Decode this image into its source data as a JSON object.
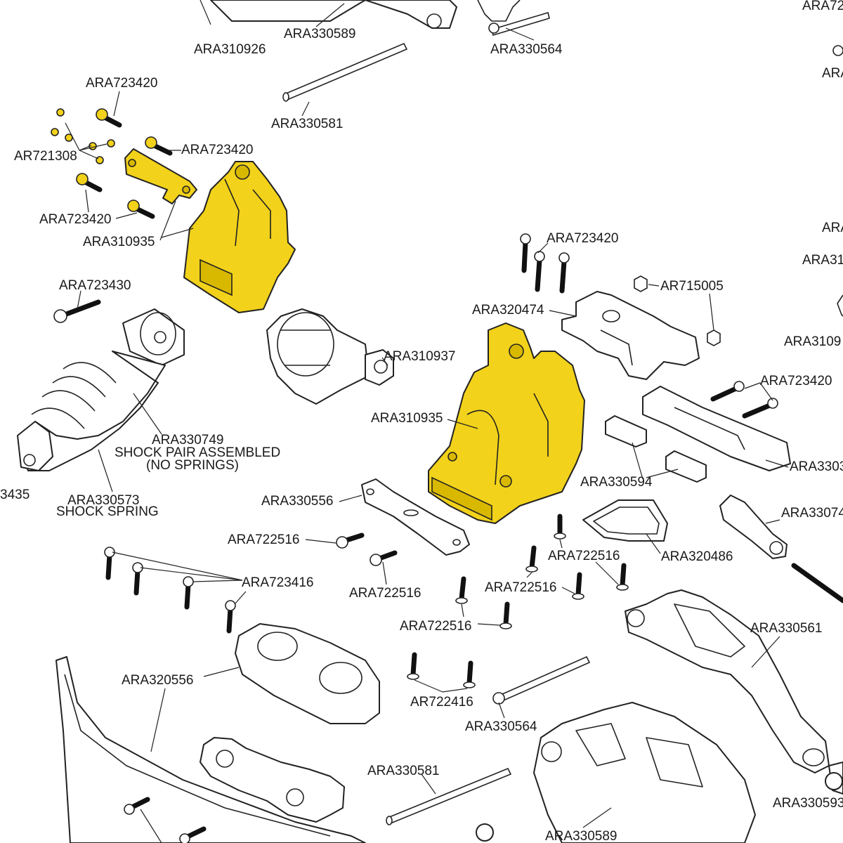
{
  "colors": {
    "highlight": "#f2d21a",
    "line": "#222222",
    "bolt": "#2a2a3a",
    "background": "#ffffff"
  },
  "labels": {
    "ara310926": "ARA310926",
    "ara330589_top": "ARA330589",
    "ara330564_top": "ARA330564",
    "ara72_top_right": "ARA72",
    "ara_top_right_2": "ARA",
    "ara723420_a": "ARA723420",
    "ar721308": "AR721308",
    "ara723420_b": "ARA723420",
    "ara723420_c": "ARA723420",
    "ara310935_a": "ARA310935",
    "ara330581_top": "ARA330581",
    "ara723430": "ARA723430",
    "ara723420_d": "ARA723420",
    "ar715005": "AR715005",
    "ara320474": "ARA320474",
    "ara310937": "ARA310937",
    "ara310935_b": "ARA310935",
    "ara723420_e": "ARA723420",
    "ara330749": "ARA330749",
    "shock_pair": "SHOCK PAIR ASSEMBLED",
    "no_springs": "(NO SPRINGS)",
    "partial_3435": "3435",
    "ara330573": "ARA330573",
    "shock_spring": "SHOCK SPRING",
    "ara330556": "ARA330556",
    "ara330594": "ARA330594",
    "ara33030_right": "ARA3303",
    "ara722516_a": "ARA722516",
    "ara722516_b": "ARA722516",
    "ara722516_c": "ARA722516",
    "ara722516_d": "ARA722516",
    "ara722516_e": "ARA722516",
    "ara723416": "ARA723416",
    "ara320486": "ARA320486",
    "ara33074_right": "ARA33074",
    "ara330561": "ARA330561",
    "ara320556": "ARA320556",
    "ar722416": "AR722416",
    "ara330564_bottom": "ARA330564",
    "ara330581_bottom": "ARA330581",
    "ara330589_bottom": "ARA330589",
    "ara330593_right": "ARA330593",
    "ara_right_mid": "ARA",
    "ara31_right": "ARA31",
    "ara3109_right": "ARA3109"
  }
}
